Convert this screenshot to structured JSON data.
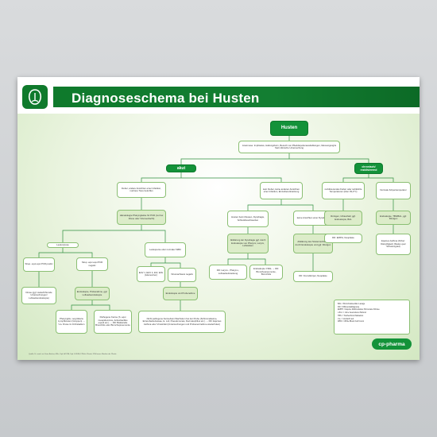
{
  "header": {
    "title": "Diagnoseschema bei Husten"
  },
  "nodes": {
    "husten": "Husten",
    "anamnese": "Anamnese: Impfstatus, Haltungsform, Besuch von Pfieddtopolienaveilablungen, Messungsng/ts Stell, klinische Untersuchung",
    "akut": "akut",
    "chronisch": "chronisch/ rezidivierend",
    "akut_l": "Fieber, andere Ansichten einer Infektion, mehrere Tiere betroffen",
    "akut_r": "kein Fieber, keine anderen Ansichten einer Infektion, Einzeltiererkrankung",
    "chr_l": "rezidivierendes Fieber oder subfebrile Temperaturen (über 39,2°C)",
    "chr_r": "Normale Körpertemperatur",
    "haemat": "Hämatologie Pharyngitetke für PCR (nur bei Druse oder Virusverdacht)",
    "kein_fieb": "Husten beim Messen, Dysphagie, Schluckbeschwerden",
    "kein_ansi": "keine Ansichten einer Dysphagie",
    "roentgen": "Röntgen, Ultraschall, ggf. Endoskopie, BAL",
    "endosk_r": "Endoskopie, TBS/BAL, ggf. Röntgen",
    "leuko": "Leukozytose",
    "leuko_norm": "Leukopenie oder normaler WBC",
    "abkl_pharynx": "Abklärung der Dysphagie ggf. durch Endoskopie von Pharynx, Larynx, Luftsäcken",
    "abkl_nuestern": "Abklärung des Nüsternschleims durch Endoskopie und ggf. Röntgen",
    "dd_emphysem": "DD: EMPH, Neoplasie",
    "dd_asthma": "Equines Asthma (früher: Dämpfigkeit) (Status quo/ Schweregrad)",
    "strep_pos": "Strep. equi equi PCR positiv",
    "strep_neg": "Strep. equi equi PCR negativ",
    "eiv": "EHV 1, EHV 4, EIV, EAV (Adenoviren)",
    "virus_neg": "Virusnachweis negativ",
    "dd_larynx": "DD: Larynx-, Pharynx-, Luftsackerkrankung",
    "endosk_bal": "Endoskopie ± BAL → DD: Bronchopneumonie, Bronchitis",
    "dd_fremd": "DD: Fremdkörper, Neoplasie",
    "druse": "Druse (ggf. weiterführende Untersuchungen/ Luftsackendoskopie)",
    "endosk_prob": "Endoskopie, Probenahme, ggf. Luftsackendoskopie",
    "endosk_prob2": "Endoskopie und Probenahme",
    "pharyngitis": "Pharyngitis, vergrößerte Lymphknoten (Gruppen) → V.a. Druse im Frühstadium",
    "pathogen": "Pathogene Keime (S. equi zooepidemicus, Actinobacillus equuli etc.) → DD: Bakterielle Bronchitis oder Bronchopneumonie",
    "nicht_path": "Nicht pathogene Keime/kein Wachstum bei der Probe (Schimmelkeime, Enterobacteriaceae, E. coli, Pseudomonas, Dermatophilus etc.) → DD: Equines Asthma oder Virusinfekt (Untersuchungen und Probenentnahme wiederholen)"
  },
  "legend": [
    "BAL = Bronchoalveoläre Lavage",
    "DD = Differentialdiagnose",
    "EMPH = Equine Multinodulare Pulmonale Fibrose",
    "o.B.d. = ohne besonderen Befund",
    "TBS = Tracheobronchialsekret",
    "V.a. = Verdacht auf",
    "WBC = White Blood Cell Count"
  ],
  "footer": "Quelle: Dr. med. vet. Ilona Becker, MSc, Dipl. ACVIM, Dipl. ECEIM, FTA für Pferde, FTA Innere Medizin der Pferde",
  "brand": "cp-pharma",
  "colors": {
    "primary_green": "#139239",
    "dark_green": "#0f7a2c",
    "light_green_box": "#dcecc9",
    "background_green": "#eef6e6"
  },
  "icons": [
    "hoof-logo-icon"
  ]
}
